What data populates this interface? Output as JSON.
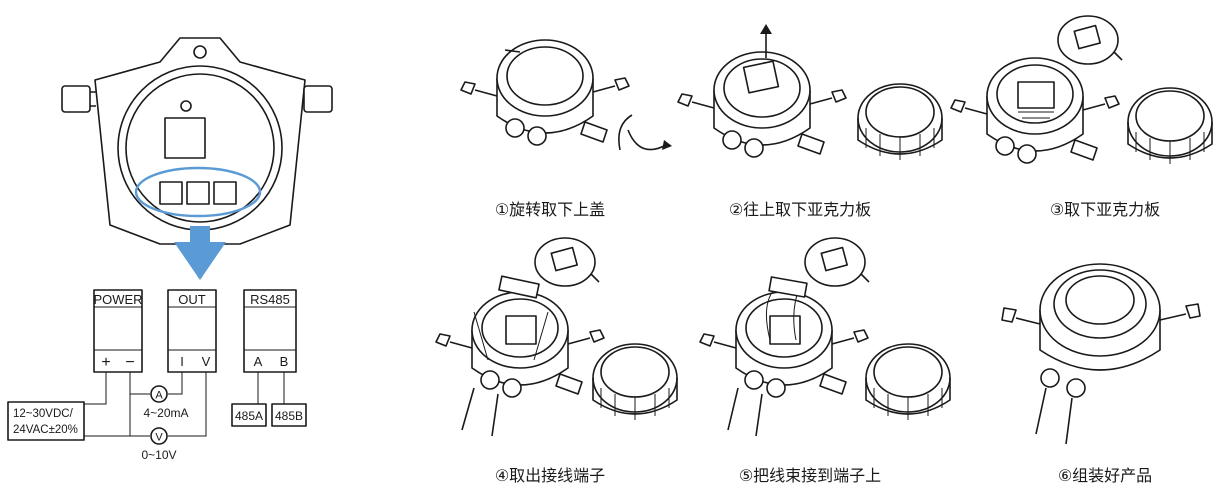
{
  "terminals": {
    "power": {
      "label": "POWER",
      "plus": "+",
      "minus": "−"
    },
    "out": {
      "label": "OUT",
      "i": "I",
      "v": "V"
    },
    "rs485": {
      "label": "RS485",
      "a": "A",
      "b": "B"
    }
  },
  "wiring": {
    "supply": [
      "12~30VDC/",
      "24VAC±20%"
    ],
    "ammeter_symbol": "A",
    "voltmeter_symbol": "V",
    "current_range": "4~20mA",
    "voltage_range": "0~10V",
    "rs485a": "485A",
    "rs485b": "485B"
  },
  "steps": [
    {
      "label": "①旋转取下上盖"
    },
    {
      "label": "②往上取下亚克力板"
    },
    {
      "label": "③取下亚克力板"
    },
    {
      "label": "④取出接线端子"
    },
    {
      "label": "⑤把线束接到端子上"
    },
    {
      "label": "⑥组装好产品"
    }
  ],
  "colors": {
    "highlight": "#5b9bd5",
    "line": "#1a1a1a"
  }
}
